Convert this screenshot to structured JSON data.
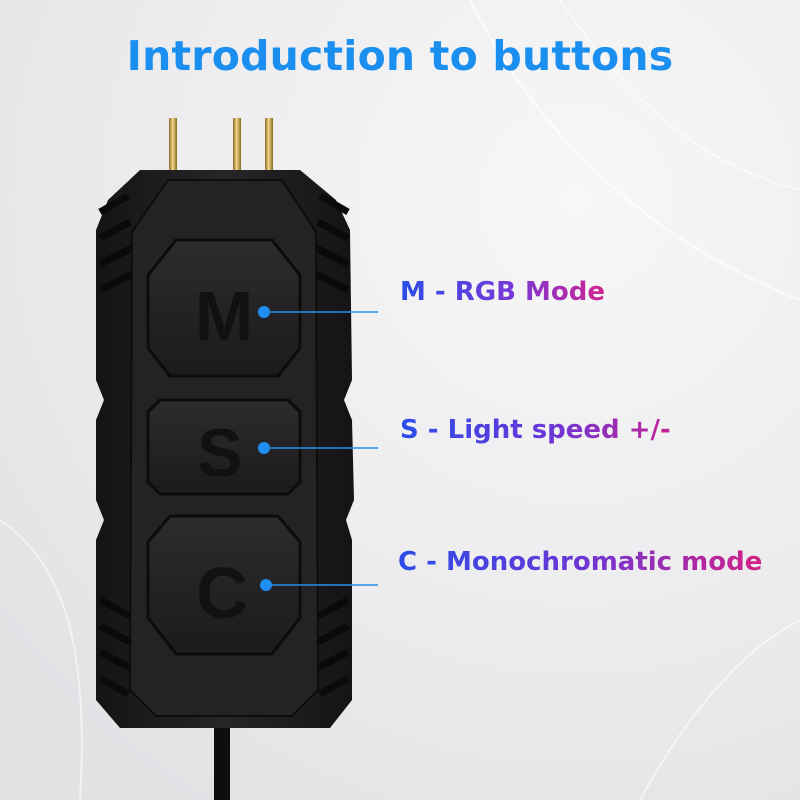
{
  "header": {
    "title": "Introduction to buttons"
  },
  "device": {
    "buttons": [
      {
        "letter": "M",
        "callout": "M - RGB Mode"
      },
      {
        "letter": "S",
        "callout": "S - Light speed +/-"
      },
      {
        "letter": "C",
        "callout": "C - Monochromatic mode"
      }
    ]
  },
  "colors": {
    "title": "#1a8ff0",
    "pointer_dot": "#1e8ef0",
    "pointer_line": "#2a8ee8",
    "callout_start": "#2a4ee8",
    "callout_end": "#d0248f",
    "device_body": "#1c1c1e",
    "pins": "#c9a24a"
  }
}
